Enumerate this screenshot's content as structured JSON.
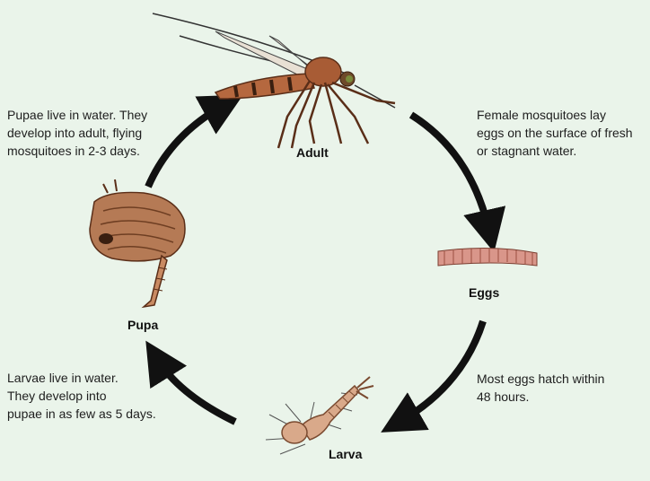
{
  "stages": {
    "adult": "Adult",
    "eggs": "Eggs",
    "larva": "Larva",
    "pupa": "Pupa"
  },
  "descriptions": {
    "adult_to_eggs": "Female mosquitoes lay\neggs on the surface of fresh\nor stagnant water.",
    "eggs_to_larva": "Most eggs hatch within\n48 hours.",
    "larva_to_pupa": "Larvae live in water.\nThey develop into\npupae in as few as 5 days.",
    "pupa_to_adult": "Pupae live in water. They\ndevelop into adult, flying\nmosquitoes in 2-3 days."
  },
  "colors": {
    "background": "#eaf4ea",
    "arrow": "#111111",
    "body_brown": "#b5683f",
    "dark_brown": "#5a2e18",
    "egg_pink": "#d9968a"
  }
}
